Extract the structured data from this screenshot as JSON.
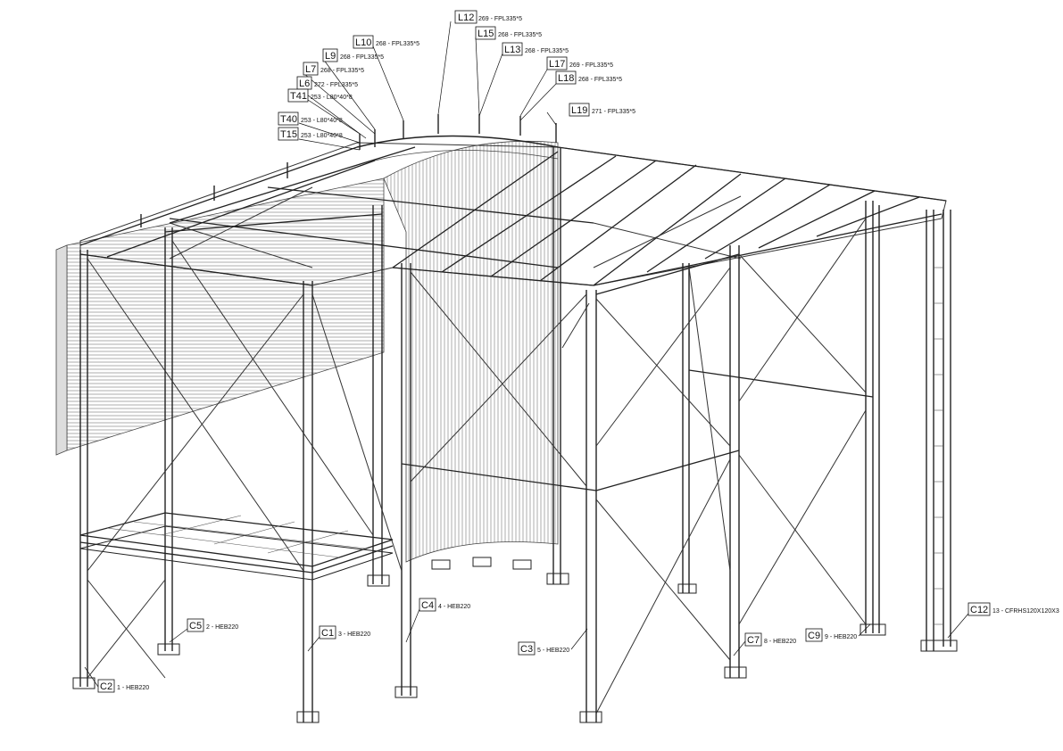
{
  "labels": [
    {
      "tag": "L12",
      "desc": "269 - FPL335*5"
    },
    {
      "tag": "L10",
      "desc": "268 - FPL335*5"
    },
    {
      "tag": "L15",
      "desc": "268 - FPL335*5"
    },
    {
      "tag": "L9",
      "desc": "268 - FPL335*5"
    },
    {
      "tag": "L13",
      "desc": "268 - FPL335*5"
    },
    {
      "tag": "L7",
      "desc": "268 - FPL335*5"
    },
    {
      "tag": "L17",
      "desc": "269 - FPL335*5"
    },
    {
      "tag": "L6",
      "desc": "272 - FPL335*5"
    },
    {
      "tag": "L18",
      "desc": "268 - FPL335*5"
    },
    {
      "tag": "T41",
      "desc": "253 - L80*40*8"
    },
    {
      "tag": "L19",
      "desc": "271 - FPL335*5"
    },
    {
      "tag": "T40",
      "desc": "253 - L80*40*8"
    },
    {
      "tag": "T15",
      "desc": "253 - L80*40*8"
    },
    {
      "tag": "C4",
      "desc": "4 - HEB220"
    },
    {
      "tag": "C5",
      "desc": "2 - HEB220"
    },
    {
      "tag": "C1",
      "desc": "3 - HEB220"
    },
    {
      "tag": "C12",
      "desc": "13 - CFRHS120X120X3"
    },
    {
      "tag": "C3",
      "desc": "5 - HEB220"
    },
    {
      "tag": "C7",
      "desc": "8 - HEB220"
    },
    {
      "tag": "C9",
      "desc": "9 - HEB220"
    },
    {
      "tag": "C2",
      "desc": "1 - HEB220"
    }
  ]
}
